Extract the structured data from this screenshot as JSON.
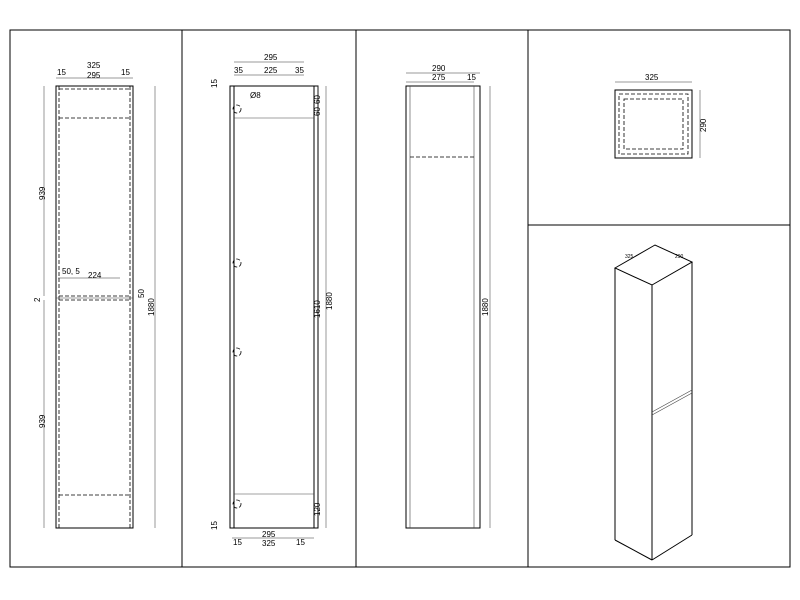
{
  "front_view": {
    "width_total": "325",
    "side_left": "15",
    "inner_width": "295",
    "side_right": "15",
    "upper_door_height": "939",
    "lower_door_height": "939",
    "gap": "2",
    "hinge_offset": "50, 5",
    "hinge_spacing": "224",
    "hinge_vertical": "50",
    "total_height": "1880"
  },
  "carcass_view": {
    "inner_width_top": "295",
    "offset_left_top": "35",
    "hole_spacing": "225",
    "offset_right_top": "35",
    "top_thickness": "15",
    "hole_diameter": "Ø8",
    "dim_60a": "60",
    "dim_60b": "60",
    "inner_height": "1610",
    "total_height": "1880",
    "bottom_dim": "120",
    "bottom_thickness": "15",
    "inner_width_bottom": "295",
    "side_left_bottom": "15",
    "width_total_bottom": "325",
    "side_right_bottom": "15"
  },
  "side_view": {
    "depth_total": "290",
    "depth_inner": "275",
    "back_thickness": "15",
    "total_height": "1880"
  },
  "top_view": {
    "width": "325",
    "depth": "290"
  },
  "iso_view": {
    "label_a": "325",
    "label_b": "290"
  }
}
